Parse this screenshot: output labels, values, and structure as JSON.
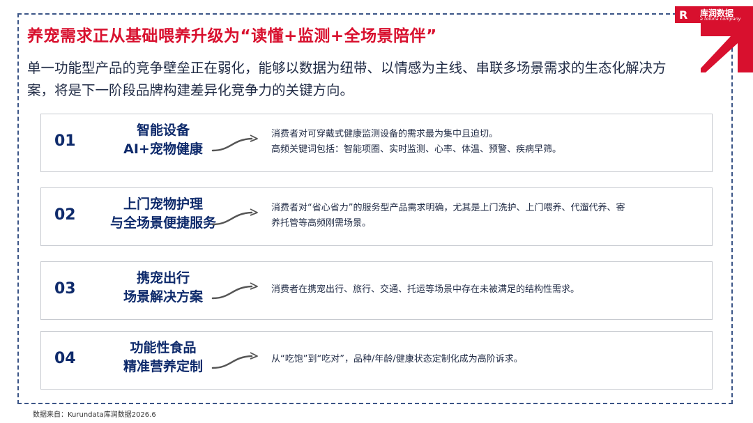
{
  "title": "养宠需求正从基础喂养升级为“读懂+监测+全场景陪伴”",
  "intro": "单一功能型产品的竞争壁垒正在弱化，能够以数据为纽带、以情感为主线、串联多场景需求的生态化解决方案，将是下一阶段品牌构建差异化竞争力的关键方向。",
  "logo": {
    "name": "库润数据",
    "sub": "a toluna company",
    "mark": "R",
    "brand_color": "#d8102e"
  },
  "cards": [
    {
      "num": "01",
      "cat_line1": "智能设备",
      "cat_line2": "AI+宠物健康",
      "desc_line1": "消费者对可穿戴式健康监测设备的需求最为集中且迫切。",
      "desc_line2": "高频关键词包括：智能项圈、实时监测、心率、体温、预警、疾病早筛。"
    },
    {
      "num": "02",
      "cat_line1": "上门宠物护理",
      "cat_line2": "与全场景便捷服务",
      "desc_line1": "消费者对“省心省力”的服务型产品需求明确，尤其是上门洗护、上门喂养、代遛代养、寄",
      "desc_line2": "养托管等高频刚需场景。"
    },
    {
      "num": "03",
      "cat_line1": "携宠出行",
      "cat_line2": "场景解决方案",
      "desc_line1": "消费者在携宠出行、旅行、交通、托运等场景中存在未被满足的结构性需求。"
    },
    {
      "num": "04",
      "cat_line1": "功能性食品",
      "cat_line2": "精准营养定制",
      "desc_line1": "从“吃饱”到“吃对”，品种/年龄/健康状态定制化成为高阶诉求。"
    }
  ],
  "source": "数据来自：Kurundata库润数据2026.6",
  "colors": {
    "accent_red": "#d8102e",
    "navy": "#0e2a6b",
    "frame": "#3b5587"
  }
}
